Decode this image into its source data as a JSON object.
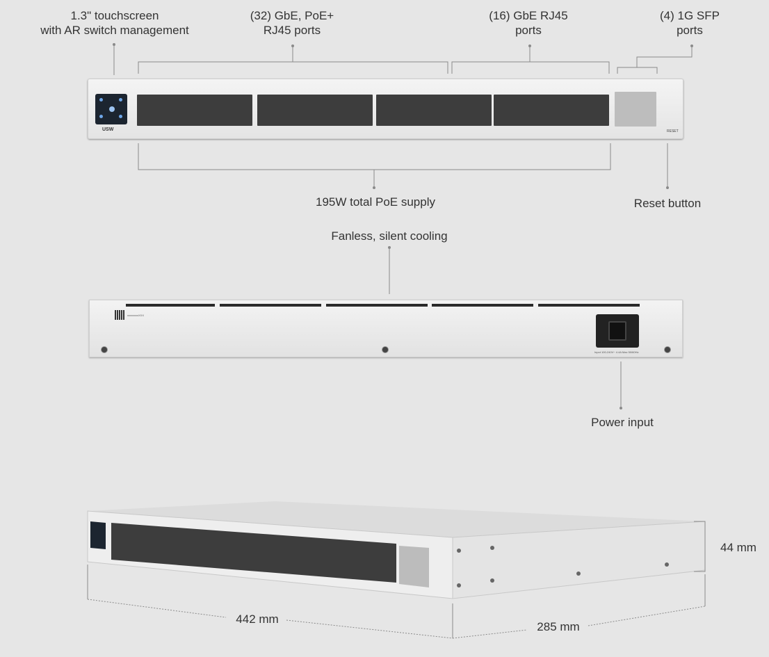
{
  "front_view": {
    "callouts": {
      "touchscreen": "1.3\" touchscreen\nwith AR switch management",
      "poe_ports": "(32) GbE, PoE+\nRJ45 ports",
      "gbe_ports": "(16) GbE RJ45\nports",
      "sfp_ports": "(4) 1G SFP\nports",
      "poe_supply": "195W total PoE supply",
      "reset": "Reset button"
    },
    "device": {
      "brand_mark": "USW",
      "reset_mark": "RESET"
    }
  },
  "back_view": {
    "callouts": {
      "cooling": "Fanless, silent cooling",
      "power": "Power input"
    },
    "device": {
      "serial_mark": "xxxxxxxxXXX",
      "power_rating": "Input 100-240V~ 4.4A Max 50/60Hz"
    }
  },
  "dimensions": {
    "width": "442 mm",
    "depth": "285 mm",
    "height": "44 mm"
  },
  "colors": {
    "background": "#e6e6e6",
    "chassis": "#ececec",
    "port": "#3d3d3d",
    "leader_line": "#8a8a8a",
    "screen_accent": "#6ea6e8"
  }
}
